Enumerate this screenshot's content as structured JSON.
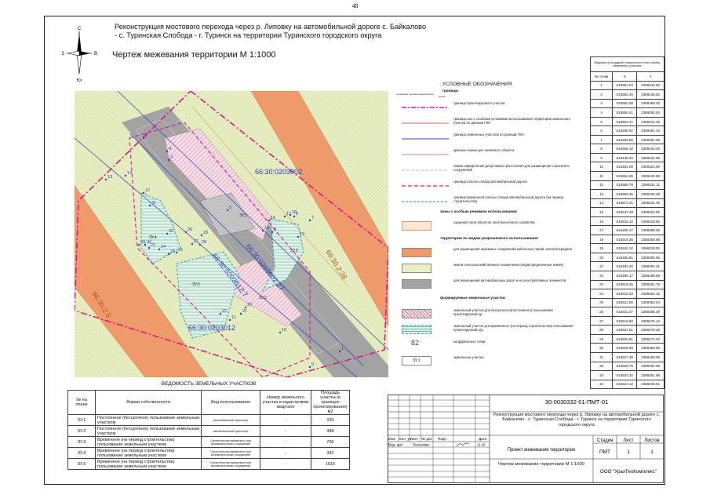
{
  "page_number": "48",
  "title": "Реконструкция мостового перехода через р. Липовку на автомобильной дороге с. Байкалово - с. Туринская Слобода - г. Туринск на территории Туринского городского округа",
  "subtitle": "Чертеж межевания территории М 1:1000",
  "compass": {
    "n": "С",
    "s": "Юг",
    "w": "З",
    "e": "В"
  },
  "map_labels": {
    "parcel_ne": "66:30:0203002",
    "parcel_sw": "66:30:0203012",
    "road_1": "66:30:0203012:7",
    "road_2": "66:30:0203002:27",
    "zone_ne": "66:30.2:26",
    "zone_sw": "66:30.2.5",
    "zu1": "ЗУ.1",
    "zu2": "ЗУ.2",
    "zu3": "ЗУ.3",
    "zu4": "ЗУ.4",
    "zu5": "ЗУ.5",
    "points": [
      "1",
      "2",
      "3",
      "4",
      "5",
      "6",
      "7",
      "8",
      "9",
      "10",
      "11",
      "12",
      "13",
      "14",
      "15",
      "16",
      "17",
      "18",
      "19",
      "20",
      "21",
      "22",
      "23",
      "24",
      "25",
      "26",
      "27",
      "28",
      "29",
      "30",
      "31",
      "32",
      "33",
      "34"
    ]
  },
  "legend": {
    "title": "УСЛОВНЫЕ ОБОЗНАЧЕНИЯ",
    "col_head_1": "на данном чертеже/представлено",
    "col_head_2": "проект",
    "sec_borders": "границы",
    "items": [
      "граница проектируемого участка",
      "границы зон с особыми условиями использования территории земельного участка по данным ГКН",
      "граница земельных участков по данным ГКН",
      "красные линии для линейного объекта",
      "линии определения допустимого расстояния для размещения строений и сооружений",
      "граница полосы отвода автомобильной дороги",
      "граница временной полосы отвода автомобильной дороги (на период строительства)"
    ],
    "sec_zones": "зоны с особым режимом использования",
    "zone_item": "охранная зона объектов электросетевого хозяйства",
    "sec_use": "территории по видам разрешенного использования",
    "use_items": [
      "для размещения наземных сооружений кабельных линий электропередачи",
      "земли сельскохозяйственного назначения (нераспределенные земли)",
      "для размещения автомобильных дорог и их конструктивных элементов"
    ],
    "sec_formed": "формируемые земельные участки",
    "formed_items": [
      "земельный участок для бессрочного(постоянного) пользования проектируемой ад",
      "земельный участок для временного (на период строительства) пользования проектируемой а/д",
      "координатные точки",
      "земельные участки"
    ],
    "sample_point": "82",
    "sample_zu": "ЗУ.1"
  },
  "coord_table": {
    "title": "Ведомость координат поворотных точек границ земельных участков",
    "headers": [
      "№ точки",
      "X",
      "Y"
    ],
    "rows": [
      [
        "1",
        "515587.04",
        "2369242.50"
      ],
      [
        "2",
        "515592.40",
        "2369245.52"
      ],
      [
        "3",
        "515582.26",
        "2369258.30"
      ],
      [
        "4",
        "515550.41",
        "2369293.04"
      ],
      [
        "5",
        "515563.47",
        "2369344.25"
      ],
      [
        "6",
        "515488.02",
        "2369361.10"
      ],
      [
        "7",
        "515483.56",
        "2369357.09"
      ],
      [
        "8",
        "515468.18",
        "2369343.26"
      ],
      [
        "9",
        "515446.33",
        "2369341.59"
      ],
      [
        "10",
        "515481.08",
        "2369324.90"
      ],
      [
        "11",
        "515554.39",
        "2369245.88"
      ],
      [
        "12",
        "515558.78",
        "2369231.11"
      ],
      [
        "13",
        "515569.35",
        "2369225.38"
      ],
      [
        "14",
        "515571.21",
        "2369221.45"
      ],
      [
        "15",
        "515547.49",
        "2369324.05"
      ],
      [
        "16",
        "515534.12",
        "2369318.92"
      ],
      [
        "17",
        "515485.17",
        "2369388.69"
      ],
      [
        "18",
        "515519.36",
        "2369250.68"
      ],
      [
        "19",
        "515534.12",
        "2369318.92"
      ],
      [
        "20",
        "515486.51",
        "2369306.65"
      ],
      [
        "21",
        "515483.40",
        "2369304.31"
      ],
      [
        "22",
        "515485.17",
        "2369288.69"
      ],
      [
        "23",
        "515518.45",
        "2369251.75"
      ],
      [
        "24",
        "515519.33",
        "2369254.42"
      ],
      [
        "25",
        "515521.56",
        "2369253.04"
      ],
      [
        "26",
        "515521.47",
        "2369266.29"
      ],
      [
        "27",
        "515519.90",
        "2369276.44"
      ],
      [
        "28",
        "515521.61",
        "2369279.28"
      ],
      [
        "29",
        "515525.91",
        "2369274.20"
      ],
      [
        "30",
        "515526.98",
        "2369269.59"
      ],
      [
        "31",
        "515527.38",
        "2369259.09"
      ],
      [
        "32",
        "515526.70",
        "2369254.66"
      ],
      [
        "33",
        "515524.32",
        "2369251.66"
      ],
      [
        "34",
        "515524.13",
        "2369249.51"
      ]
    ]
  },
  "land_table": {
    "title": "ВЕДОМОСТЬ ЗЕМЕЛЬНЫХ УЧАСТКОВ",
    "headers": [
      "№ на плане",
      "Форма собственности",
      "Вид использования",
      "Номер земельного участка в кадастровом квартале",
      "Площадь участка (в границах проектирования) м2"
    ],
    "rows": [
      [
        "ЗУ.1",
        "Постоянное (бессрочное) пользование земельным участком",
        "Автомобильный транспорт",
        "-",
        "330"
      ],
      [
        "ЗУ.2",
        "Постоянное (бессрочное) пользование земельным участком",
        "Автомобильный транспорт",
        "-",
        "388"
      ],
      [
        "ЗУ.3",
        "Временное (на период строительства) пользование земельным участком",
        "Строительство временных или вспомогательных сооружений",
        "-",
        "706"
      ],
      [
        "ЗУ.4",
        "Временное (на период строительства) пользование земельным участком",
        "Строительство временных или вспомогательных сооружений",
        "-",
        "342"
      ],
      [
        "ЗУ.5",
        "Временное (на период строительства) пользование земельным участком",
        "Строительство временных или вспомогательных сооружений",
        "-",
        "1015"
      ]
    ]
  },
  "stamp": {
    "code": "30-0030332-01-ПМТ-01",
    "project": "Реконструкция мостового перехода через р. Липовку на автомобильной дороге с. Байкалово - с. Туринская Слобода - г. Туринск на территории Туринского городского округа",
    "h_izm": "Изм.",
    "h_kol": "Кол. уч",
    "h_list": "Лист",
    "h_doc": "№ док",
    "h_sign": "Подп.",
    "h_date": "Дата",
    "role": "Вед. арх",
    "person": "Пеленева",
    "date": "11.16",
    "doc_name": "Проект межевания территории",
    "stage_h": "Стадия",
    "sheet_h": "Лист",
    "sheets_h": "Листов",
    "stage": "ПМТ",
    "sheet": "1",
    "sheets": "1",
    "drawing": "Чертеж межевания территории М 1:1000",
    "org": "ООО \"УралГеоКомплекс\""
  },
  "colors": {
    "farmland": "#e7efc3",
    "road": "#a3a3a3",
    "cable_zone": "#ef9a6a",
    "red_line": "#e0148f",
    "temp_zone": "#3aa6a0",
    "parcel_blue": "#2b3fb8",
    "perm_hatch": "#e8b7c8"
  }
}
